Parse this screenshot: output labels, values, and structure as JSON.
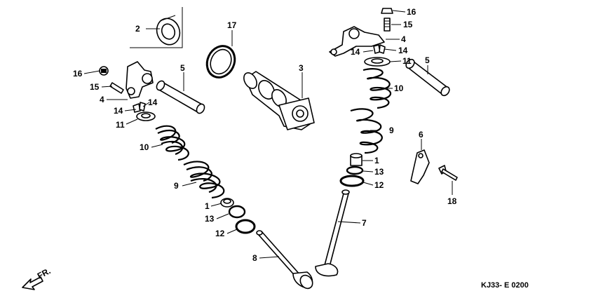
{
  "diagram_code": "KJ33- E 0200",
  "direction_label": "FR.",
  "labels": {
    "l1a": "1",
    "l1b": "1",
    "l2": "2",
    "l3": "3",
    "l4a": "4",
    "l4b": "4",
    "l5a": "5",
    "l5b": "5",
    "l6": "6",
    "l7": "7",
    "l8": "8",
    "l9a": "9",
    "l9b": "9",
    "l10a": "10",
    "l10b": "10",
    "l11a": "11",
    "l11b": "11",
    "l12a": "12",
    "l12b": "12",
    "l13a": "13",
    "l13b": "13",
    "l14a": "14",
    "l14b": "14",
    "l14c": "14",
    "l14d": "14",
    "l15a": "15",
    "l15b": "15",
    "l16a": "16",
    "l16b": "16",
    "l17": "17",
    "l18": "18"
  },
  "icons": {
    "direction": "arrow-front-icon"
  }
}
